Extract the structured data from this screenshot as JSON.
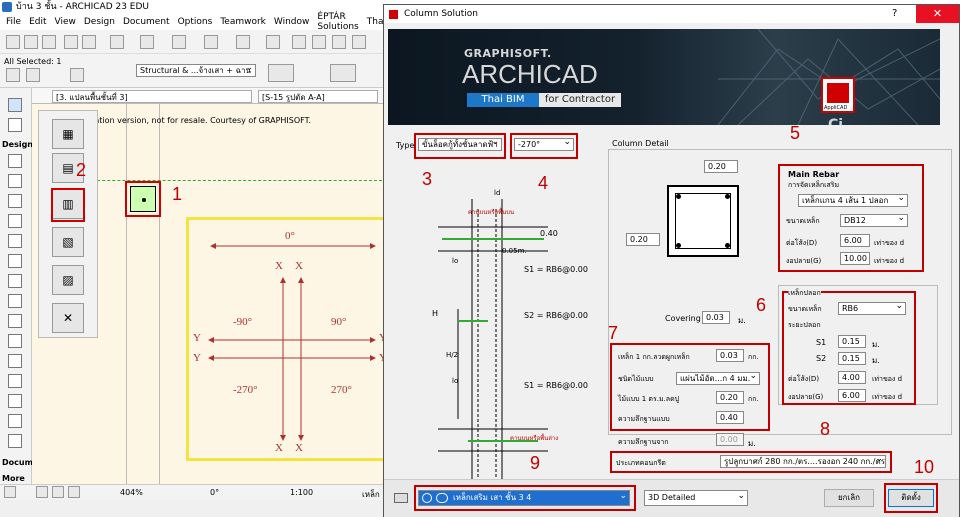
{
  "app": {
    "title": "บ้าน 3 ชั้น - ARCHICAD 23 EDU",
    "menu": [
      "File",
      "Edit",
      "View",
      "Design",
      "Document",
      "Options",
      "Teamwork",
      "Window",
      "ÉPTÁR Solutions",
      "ThaiB"
    ],
    "all_selected": "All Selected: 1",
    "layer_combo": "Structural & ...จ้างเสา + ฉาน",
    "tab1": "[3. แปลนพื้นชั้นที่ 3]",
    "tab2": "[S-15 รูปตัด A-A]",
    "notice": "cation version, not for resale. Courtesy of GRAPHISOFT.",
    "design_label": "Design",
    "document_label": "Docume",
    "more_label": "More",
    "status_zoom": "404%",
    "status_angle": "0°",
    "status_scale": "1:100",
    "status_right": "เหล็ก"
  },
  "annotations": {
    "n1": "1",
    "n2": "2",
    "n3": "3",
    "n4": "4",
    "n5": "5",
    "n6": "6",
    "n7": "7",
    "n8": "8",
    "n9": "9",
    "n10": "10"
  },
  "orientation_diagram": {
    "top": "0°",
    "left": "-90°",
    "right": "90°",
    "bottom_left": "-270°",
    "bottom_right": "270°",
    "x": "X",
    "y": "Y"
  },
  "dialog": {
    "title": "Column Solution",
    "help": "?",
    "brand": {
      "graphisoft": "GRAPHISOFT.",
      "archicad": "ARCHICAD",
      "thai_bim": "Thai BIM",
      "for_contractor": "for Contractor",
      "applicad": "AppliCAD",
      "ci": "Ci"
    },
    "type_label": "Type",
    "type_value": "ขั้นล็อคกู้ทั้งชั้นลาดฟ้า",
    "angle_value": "-270°",
    "column_detail": "Column Detail",
    "dim_top": "0.20",
    "dim_left": "0.20",
    "covering_label": "Covering",
    "covering_value": "0.03",
    "unit_m": "ม.",
    "main_rebar": {
      "title": "Main Rebar",
      "subtitle": "การจัดเหล็กเสริม",
      "pattern": "เหล็กแกน 4 เส้น 1 ปลอก",
      "size_label": "ขนาดเหล็ก",
      "size_value": "DB12",
      "lap_label": "ต่อโส้ง(D)",
      "lap_value": "6.00",
      "anchor_label": "งอปลาย(G)",
      "anchor_value": "10.00",
      "times_d": "เท่าของ d"
    },
    "stirrup": {
      "title": "เหล็กปลอก",
      "size_label": "ขนาดเหล็ก",
      "size_value": "RB6",
      "spacing_label": "ระยะปลอก",
      "s1_label": "S1",
      "s1_value": "0.15",
      "s2_label": "S2",
      "s2_value": "0.15",
      "lap_label": "ต่อโส้ง(D)",
      "lap_value": "4.00",
      "anchor_label": "งอปลาย(G)",
      "anchor_value": "6.00",
      "times_d": "เท่าของ d"
    },
    "section7": {
      "weight_label": "เหล็ก 1 กก.ลวดผูกเหล็ก",
      "weight_value": "0.03",
      "weight_unit": "กก.",
      "form_label": "ชนิดไม้แบบ",
      "form_value": "แผ่นไม้อัด...ก 4 มม.",
      "form_qty_label": "ไม้แบบ 1 ตร.ม.ลดปู",
      "form_qty_value": "0.20",
      "form_qty_unit": "กก.",
      "depth_label": "ความลึกฐานแบบ",
      "depth_value": "0.40"
    },
    "footing_label": "ความลึกฐานจาก",
    "footing_value": "0.00",
    "concrete_label": "ประเภทคอนกรีต",
    "concrete_value": "รูปลูกบาศก์ 280 กก./ตร....รองอก 240 กก./ตร.ซม.",
    "section_labels": {
      "ld": "ld",
      "top_note": "คานบนหรือพื้นบน",
      "bottom_note": "คานบนหรือพื้นล่าง",
      "dim040": "0.40",
      "dim005": "0.05m.",
      "s1": "S1 = RB6@0.00",
      "s2": "S2 = RB6@0.00",
      "s3": "S1 = RB6@0.00",
      "h": "H",
      "h2": "H/2",
      "lo1": "lo",
      "lo2": "lo"
    },
    "layer_combo": "เหล็กเสริม เสา ชั้น 3 4",
    "view_combo": "3D Detailed",
    "cancel": "ยกเลิก",
    "ok": "ติดตั้ง"
  }
}
